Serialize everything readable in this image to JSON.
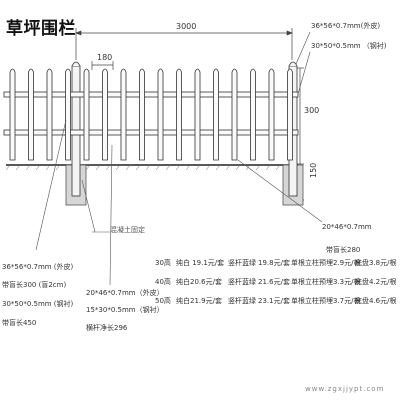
{
  "title": "草坪围栏",
  "dimensions": {
    "total_width": "3000",
    "picket_spacing": "180",
    "height": "300",
    "post_depth": "150"
  },
  "callouts": {
    "top_rail_outer": "36*56*0.7mm(外皮)",
    "top_rail_inner": "30*50*0.5mm （钢衬)",
    "concrete": "混凝土固定",
    "picket_spec": "20*46*0.7mm",
    "cap_length_280": "带盲长280",
    "left_outer": "36*56*0.7mm (外皮)",
    "left_cap_300": "带盲长300 (盲2cm)",
    "left_inner": "30*50*0.5mm  (钢衬)",
    "left_cap_450": "带盲长450",
    "mid_outer": "20*46*0.7mm（外皮）",
    "mid_inner": "15*30*0.5mm（钢衬）",
    "mid_rail_length": "横杆净长296"
  },
  "pricing": [
    {
      "spacing": "30高",
      "white": "纯白 19.1元/套",
      "rod": "竖杆蓝绿",
      "rod_price": "19.8元/套",
      "single": "单根立柱预埋2.9元/根",
      "base": "底盘3.8元/根"
    },
    {
      "spacing": "40高",
      "white": "纯白20.6元/套",
      "rod": "竖杆蓝绿",
      "rod_price": "21.6元/套",
      "single": "单根立柱预埋3.3元/根",
      "base": "底盘4.2元/根"
    },
    {
      "spacing": "50高",
      "white": "纯白21.9元/套",
      "rod": "竖杆蓝绿",
      "rod_price": "23.1元/套",
      "single": "单根立柱预埋3.7元/根",
      "base": "底盘4.6元/根"
    }
  ],
  "watermark": "www.zgxjjypt.com"
}
